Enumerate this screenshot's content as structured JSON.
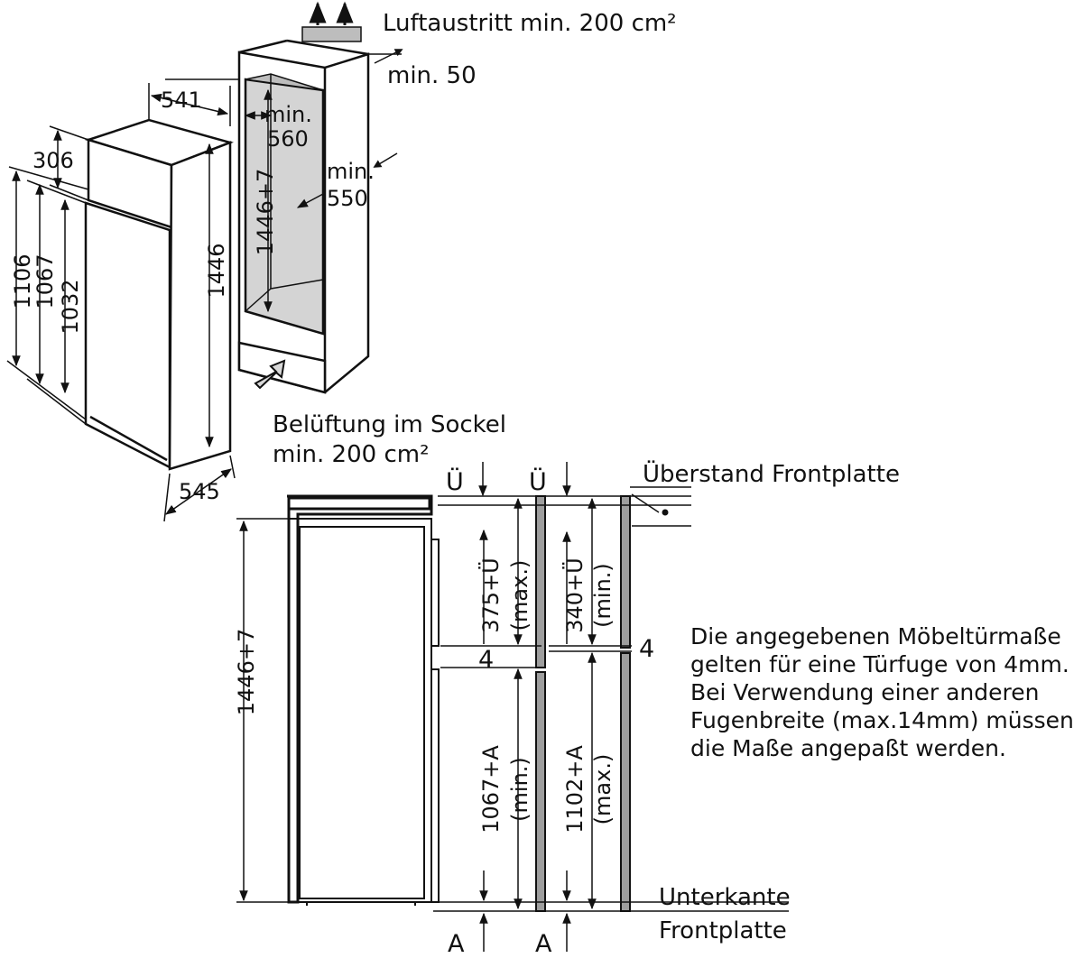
{
  "labels": {
    "air_outlet": "Luftaustritt min. 200 cm²",
    "min_50": "min. 50",
    "plinth_vent_1": "Belüftung im Sockel",
    "plinth_vent_2": "min. 200 cm²",
    "front_overhang": "Überstand Frontplatte",
    "lower_edge_1": "Unterkante",
    "lower_edge_2": "Frontplatte"
  },
  "appliance_dims": {
    "width": "541",
    "depth": "545",
    "top_part": "306",
    "h1106": "1106",
    "h1067": "1067",
    "h1032": "1032",
    "h1446": "1446"
  },
  "niche_dims": {
    "min_label": "min.",
    "width_val": "560",
    "depth_val": "550",
    "height": "1446+7"
  },
  "door_dims": {
    "niche_height": "1446+7",
    "u_left": "Ü",
    "u_right": "Ü",
    "top_door_left": "375+Ü",
    "top_door_left_sub": "(max.)",
    "top_door_right": "340+Ü",
    "top_door_right_sub": "(min.)",
    "gap_left": "4",
    "gap_right": "4",
    "bottom_door_left": "1067+A",
    "bottom_door_left_sub": "(min.)",
    "bottom_door_right": "1102+A",
    "bottom_door_right_sub": "(max.)",
    "a_left": "A",
    "a_right": "A"
  },
  "note": [
    "Die angegebenen Möbeltürmaße",
    "gelten für eine Türfuge von 4mm.",
    "Bei Verwendung einer anderen",
    "Fugenbreite (max.14mm) müssen",
    "die Maße angepaßt werden."
  ]
}
